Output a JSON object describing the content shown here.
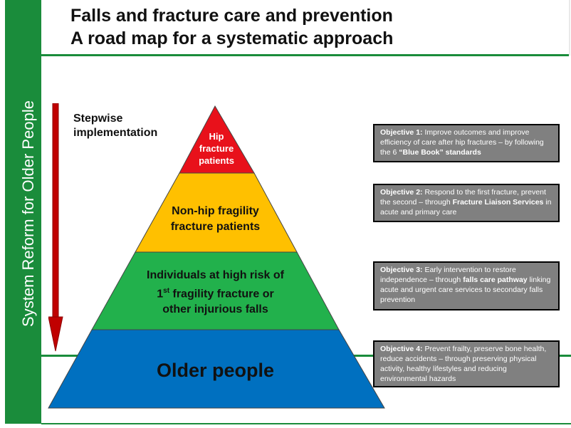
{
  "title": {
    "line1": "Falls and fracture care and prevention",
    "line2": "A road map for a systematic approach"
  },
  "sidebar": {
    "text": "System Reform for Older People"
  },
  "stepwise": {
    "line1": "Stepwise",
    "line2": "implementation"
  },
  "pyramid": {
    "tier1": {
      "line1": "Hip",
      "line2": "fracture",
      "line3": "patients",
      "color": "#e8111b"
    },
    "tier2": {
      "line1": "Non-hip fragility",
      "line2": "fracture patients",
      "color": "#ffc000"
    },
    "tier3": {
      "line1_pre": "Individuals at high risk of",
      "line2_num": "1",
      "line2_sup": "st",
      "line2_post": " fragility fracture or",
      "line3": "other injurious falls",
      "color": "#22b14c"
    },
    "tier4": {
      "label": "Older people",
      "color": "#0070c0"
    }
  },
  "objectives": [
    {
      "label": "Objective 1:",
      "text_a": " Improve outcomes and improve efficiency of care after hip fractures – by following the 6 ",
      "bold": "“Blue Book” standards",
      "text_b": ""
    },
    {
      "label": "Objective 2:",
      "text_a": " Respond to the first fracture, prevent the second – through ",
      "bold": "Fracture Liaison Services",
      "text_b": " in acute and primary care"
    },
    {
      "label": "Objective 3:",
      "text_a": " Early intervention to restore independence – through ",
      "bold": "falls care pathway",
      "text_b": " linking acute and urgent care services to secondary falls prevention"
    },
    {
      "label": "Objective 4:",
      "text_a": " Prevent frailty, preserve bone health, reduce accidents – through preserving physical activity, healthy lifestyles and reducing environmental hazards",
      "bold": "",
      "text_b": ""
    }
  ],
  "colors": {
    "brand_green": "#1a8c3b",
    "arrow_red": "#c00000",
    "objective_box": "#808080"
  }
}
